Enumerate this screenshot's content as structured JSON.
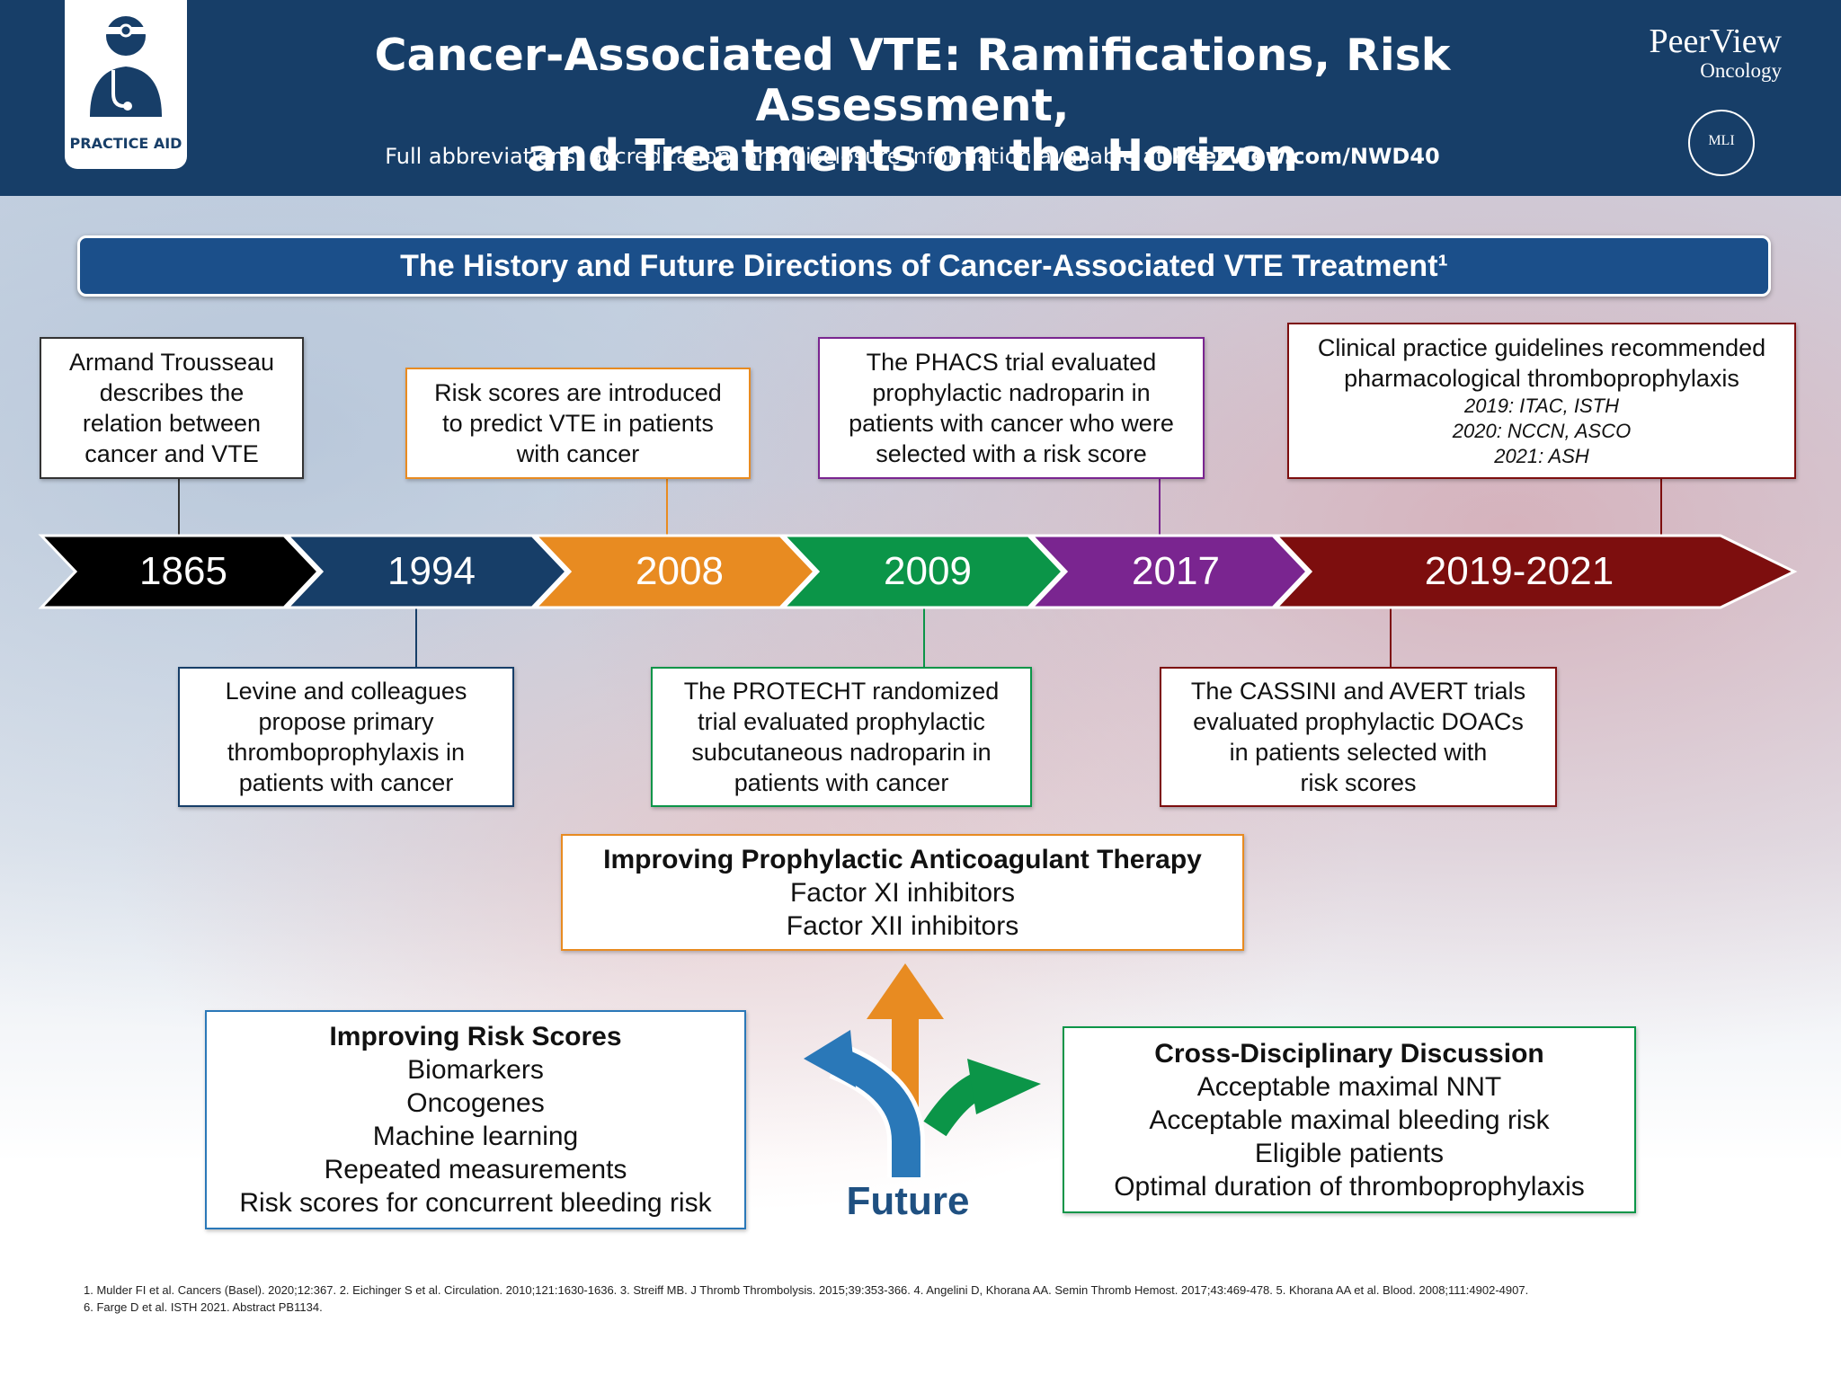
{
  "header": {
    "badge_label": "PRACTICE AID",
    "title_line1": "Cancer-Associated VTE: Ramifications, Risk Assessment,",
    "title_line2": "and Treatments on the Horizon",
    "subtitle_text": "Full abbreviations, accreditation, and disclosure information available at ",
    "subtitle_link": "PeerView.com/NWD40",
    "brand_name": "PeerView",
    "brand_sub": "Oncology",
    "seal_text": "MLI"
  },
  "section_title": "The History and Future Directions of Cancer-Associated VTE Treatment¹",
  "timeline": {
    "colors": [
      "#000000",
      "#173e68",
      "#e88b21",
      "#0b9548",
      "#7a2590",
      "#7d0e0e"
    ],
    "years": [
      "1865",
      "1994",
      "2008",
      "2009",
      "2017",
      "2019-2021"
    ]
  },
  "events": {
    "e1865": [
      "Armand Trousseau",
      "describes the",
      "relation between",
      "cancer and VTE"
    ],
    "e1994": [
      "Levine and colleagues",
      "propose primary",
      "thromboprophylaxis in",
      "patients with cancer"
    ],
    "e2008": [
      "Risk scores are introduced",
      "to predict VTE in patients",
      "with cancer"
    ],
    "e2009": [
      "The PROTECHT randomized",
      "trial evaluated prophylactic",
      "subcutaneous nadroparin in",
      "patients with cancer"
    ],
    "e2017": [
      "The PHACS trial evaluated",
      "prophylactic nadroparin in",
      "patients with cancer who were",
      "selected with a risk score"
    ],
    "e2019_top": {
      "lines": [
        "Clinical practice guidelines recommended",
        "pharmacological thromboprophylaxis"
      ],
      "italic": [
        "2019: ITAC, ISTH",
        "2020: NCCN, ASCO",
        "2021: ASH"
      ]
    },
    "e2019_bottom": [
      "The CASSINI and AVERT trials",
      "evaluated prophylactic DOACs",
      "in patients selected with",
      "risk scores"
    ]
  },
  "future": {
    "label": "Future",
    "anticoag": {
      "title": "Improving Prophylactic Anticoagulant Therapy",
      "items": [
        "Factor XI inhibitors",
        "Factor XII inhibitors"
      ]
    },
    "risk": {
      "title": "Improving Risk Scores",
      "items": [
        "Biomarkers",
        "Oncogenes",
        "Machine learning",
        "Repeated measurements",
        "Risk scores for concurrent bleeding risk"
      ]
    },
    "cross": {
      "title": "Cross-Disciplinary Discussion",
      "items": [
        "Acceptable maximal NNT",
        "Acceptable maximal bleeding risk",
        "Eligible patients",
        "Optimal duration of thromboprophylaxis"
      ]
    }
  },
  "references": {
    "line1": "1. Mulder FI et al. Cancers (Basel). 2020;12:367. 2. Eichinger S et al. Circulation. 2010;121:1630-1636. 3. Streiff MB. J Thromb Thrombolysis. 2015;39:353-366. 4. Angelini D, Khorana AA. Semin Thromb Hemost. 2017;43:469-478. 5. Khorana AA et al. Blood. 2008;111:4902-4907.",
    "line2": "6. Farge D et al. ISTH 2021. Abstract PB1134."
  }
}
